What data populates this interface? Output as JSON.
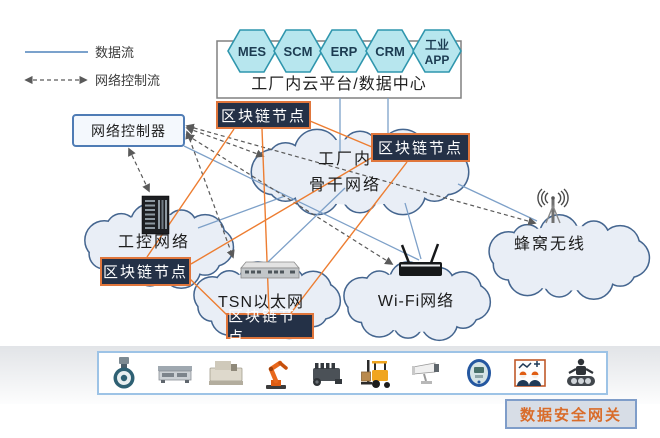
{
  "legend": {
    "data_flow_label": "数据流",
    "control_flow_label": "网络控制流"
  },
  "cloud_platform": {
    "label": "工厂内云平台/数据中心",
    "apps": [
      {
        "label": "MES"
      },
      {
        "label": "SCM"
      },
      {
        "label": "ERP"
      },
      {
        "label": "CRM"
      },
      {
        "label": "工业",
        "label2": "APP"
      }
    ]
  },
  "controller": {
    "label": "网络控制器"
  },
  "blockchain_node_label": "区块链节点",
  "networks": {
    "backbone": {
      "label_line1": "工厂内",
      "label_line2": "骨干网络"
    },
    "industrial_control": {
      "label": "工控网络"
    },
    "tsn": {
      "label": "TSN以太网"
    },
    "wifi": {
      "label": "Wi-Fi网络"
    },
    "cellular": {
      "label": "蜂窝无线"
    }
  },
  "gateway": {
    "label": "数据安全网关"
  },
  "device_icons": [
    "flow-meter",
    "pcb-machine",
    "cnc-machine",
    "robot-arm",
    "engine",
    "forklift",
    "cctv-camera",
    "smart-meter",
    "workers-monitor",
    "tracked-robot"
  ],
  "network_icons": [
    "server-rack-icon",
    "tsn-switch-icon",
    "wifi-router-icon",
    "cell-antenna-icon"
  ],
  "colors": {
    "blockchain_node_fill": "#243147",
    "blockchain_node_border": "#e0763c",
    "blockchain_link_line": "#ed7d31",
    "data_flow_line": "#7da0c8",
    "control_flow_line": "#5a5a5a",
    "cloud_fill": "#e9eef6",
    "cloud_border": "#44658f",
    "hexagon_fill": "#b7e6ee",
    "hexagon_border": "#2f96ad",
    "gateway_text": "#d96c2a"
  }
}
